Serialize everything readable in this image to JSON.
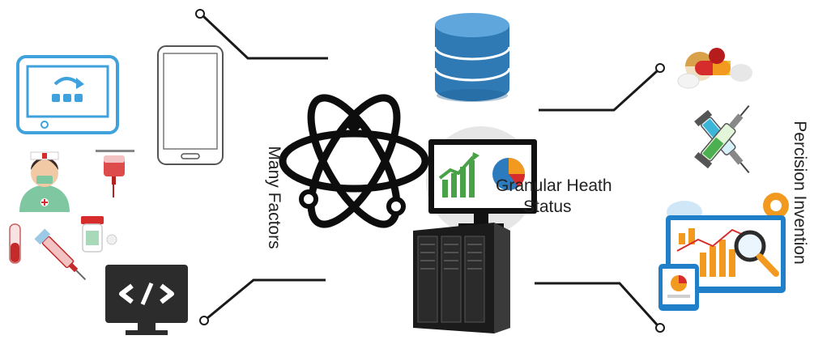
{
  "labels": {
    "many_factors": "Many Factors",
    "granular_line1": "Granular Heath",
    "granular_line2": "Status",
    "precision": "Percision Invention"
  },
  "colors": {
    "tablet_blue": "#3fa2dc",
    "database_blue": "#2f79b4",
    "monitor_dark": "#2c2c2c",
    "pill_red": "#d72c2c",
    "pill_orange": "#f29a1f",
    "chart_green": "#49a248",
    "chart_blue": "#2d7bbf",
    "nurse_green": "#7fc7a1",
    "connector": "#1a1a1a"
  },
  "icons": [
    "tablet-refresh-icon",
    "smartphone-outline-icon",
    "database-icon",
    "pills-icon",
    "syringes-icon",
    "nurse-icon",
    "iv-bag-icon",
    "test-tube-icon",
    "syringe-icon",
    "medicine-bottle-icon",
    "code-monitor-icon",
    "atom-icon",
    "analytics-monitor-icon",
    "server-rack-icon",
    "analytics-dashboard-icon"
  ]
}
